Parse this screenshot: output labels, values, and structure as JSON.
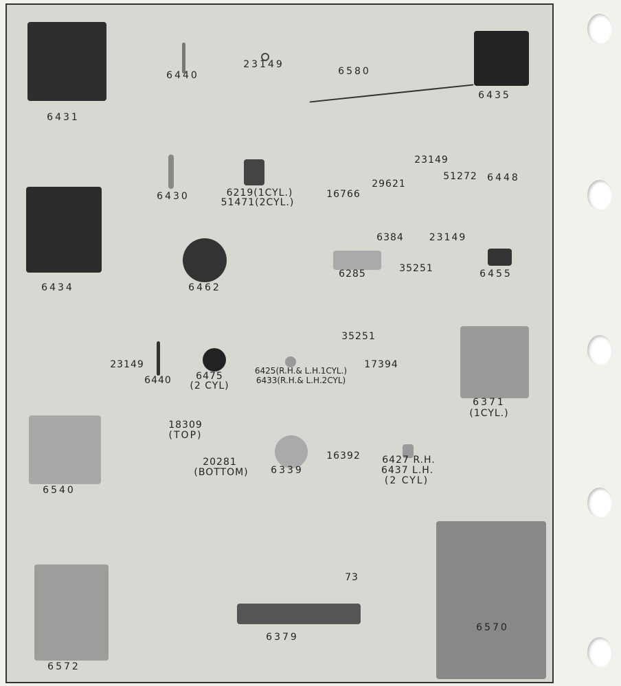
{
  "labels": {
    "p6431": "6431",
    "p6440a": "6440",
    "p23149a": "23149",
    "p6580": "6580",
    "p6435": "6435",
    "p6430": "6430",
    "p6219": "6219(1CYL.)",
    "p51471": "51471(2CYL.)",
    "p16766": "16766",
    "p29621": "29621",
    "p23149b": "23149",
    "p51272": "51272",
    "p6448": "6448",
    "p6434": "6434",
    "p6462": "6462",
    "p6384": "6384",
    "p23149c": "23149",
    "p6285": "6285",
    "p35251a": "35251",
    "p6455": "6455",
    "p23149d": "23149",
    "p6440b": "6440",
    "p6475": "6475",
    "p6475n": "(2 CYL)",
    "p6425": "6425(R.H.& L.H.1CYL.)",
    "p6433": "6433(R.H.& L.H.2CYL)",
    "p35251b": "35251",
    "p17394": "17394",
    "p6371": "6371",
    "p6371n": "(1CYL.)",
    "p6540": "6540",
    "p18309": "18309",
    "p18309n": "(TOP)",
    "p20281": "20281",
    "p20281n": "(BOTTOM)",
    "p6339": "6339",
    "p16392": "16392",
    "p6427": "6427 R.H.",
    "p6437": "6437 L.H.",
    "p6427n": "(2 CYL)",
    "p73": "73",
    "p6379": "6379",
    "p6570": "6570",
    "p6572": "6572"
  }
}
